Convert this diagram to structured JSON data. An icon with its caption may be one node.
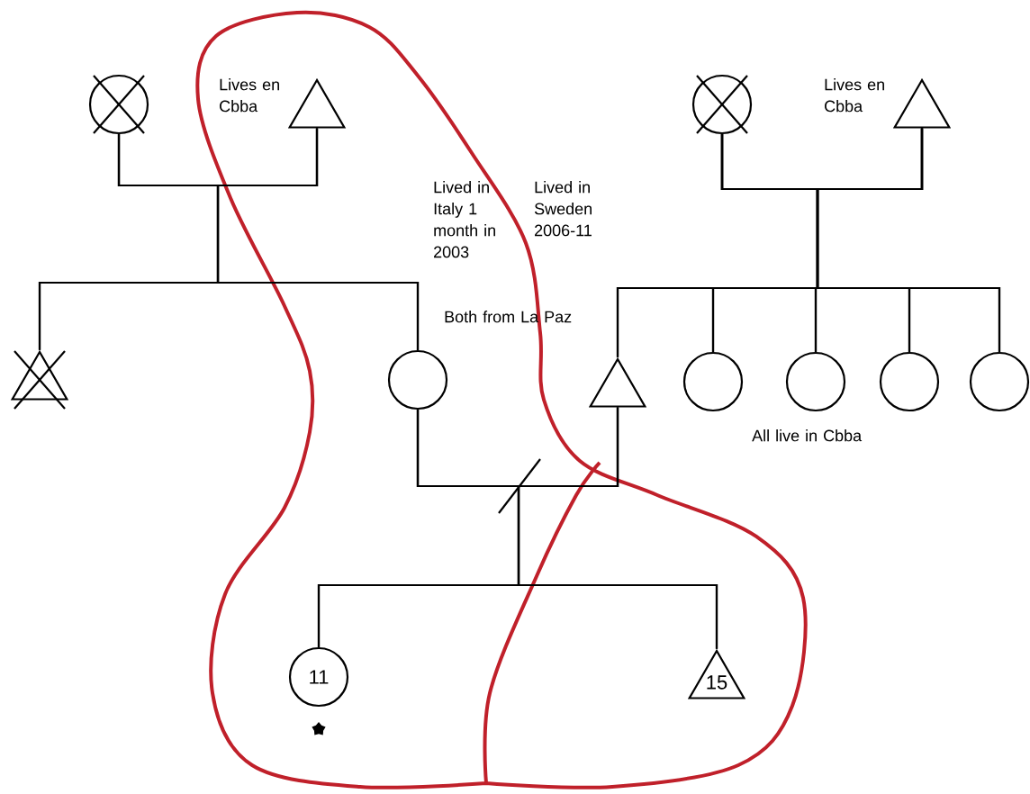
{
  "diagram": {
    "nodes": [
      {
        "text": [],
        "shape": "circle"
      },
      {
        "text": [],
        "shape": "triangle"
      },
      {
        "text": [],
        "shape": "triangle"
      },
      {
        "text": [],
        "shape": "circle"
      },
      {
        "text": [],
        "shape": "circle"
      },
      {
        "text": [],
        "shape": "triangle"
      },
      {
        "text": [],
        "shape": "triangle"
      },
      {
        "text": [],
        "shape": "circle"
      },
      {
        "text": [],
        "shape": "circle"
      },
      {
        "text": [],
        "shape": "circle"
      },
      {
        "text": [],
        "shape": "circle"
      },
      {
        "text": [
          "11"
        ]
      },
      {
        "text": [
          "15"
        ]
      }
    ],
    "edges": [
      {
        "from": 0,
        "to": 1,
        "arrow": "none"
      },
      {
        "from": 0,
        "to": 2,
        "arrow": "none"
      },
      {
        "from": 1,
        "to": 2,
        "arrow": "none"
      },
      {
        "from": 0,
        "to": 3,
        "arrow": "none"
      },
      {
        "from": 1,
        "to": 3,
        "arrow": "none"
      },
      {
        "from": 4,
        "to": 5,
        "arrow": "none"
      },
      {
        "from": 4,
        "to": 6,
        "arrow": "none"
      },
      {
        "from": 5,
        "to": 6,
        "arrow": "none"
      },
      {
        "from": 4,
        "to": 7,
        "arrow": "none"
      },
      {
        "from": 5,
        "to": 7,
        "arrow": "none"
      },
      {
        "from": 4,
        "to": 8,
        "arrow": "none"
      },
      {
        "from": 5,
        "to": 8,
        "arrow": "none"
      },
      {
        "from": 4,
        "to": 9,
        "arrow": "none"
      },
      {
        "from": 5,
        "to": 9,
        "arrow": "none"
      },
      {
        "from": 4,
        "to": 10,
        "arrow": "none"
      },
      {
        "from": 5,
        "to": 10,
        "arrow": "none"
      },
      {
        "from": 3,
        "to": 6,
        "arrow": "none"
      },
      {
        "from": 3,
        "to": 11,
        "arrow": "none"
      },
      {
        "from": 6,
        "to": 11,
        "arrow": "none"
      },
      {
        "from": 3,
        "to": 12,
        "arrow": "none"
      },
      {
        "from": 6,
        "to": 12,
        "arrow": "none"
      }
    ],
    "labels": [
      "Lives en Cbba",
      "Lives en Cbba",
      "Lived in Italy 1 month in 2003",
      "Lived in Sweden 2006-11",
      "Both from La Paz",
      "All live in Cbba"
    ]
  }
}
